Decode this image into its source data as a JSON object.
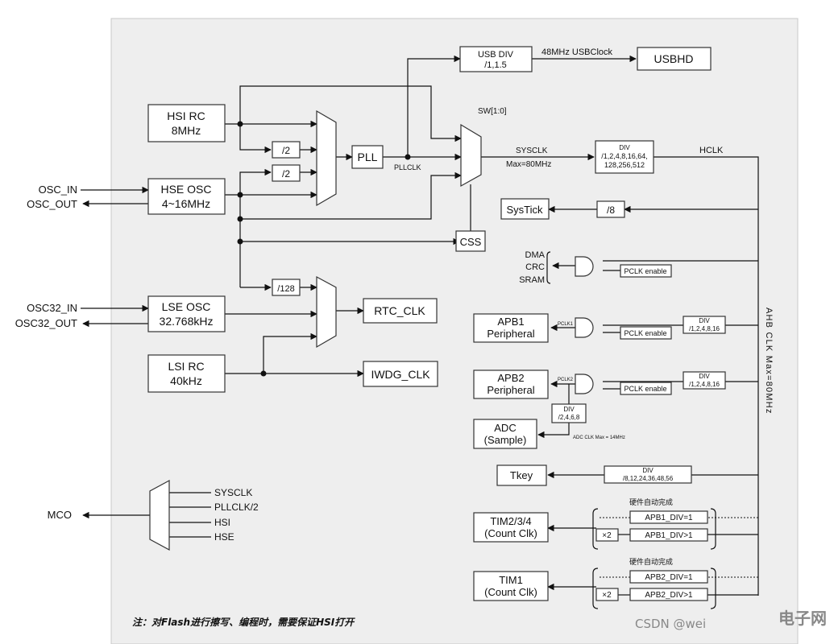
{
  "blocks": {
    "hsi": {
      "line1": "HSI RC",
      "line2": "8MHz"
    },
    "hse": {
      "line1": "HSE OSC",
      "line2": "4~16MHz"
    },
    "lse": {
      "line1": "LSE OSC",
      "line2": "32.768kHz"
    },
    "lsi": {
      "line1": "LSI RC",
      "line2": "40kHz"
    },
    "pll": "PLL",
    "usb_div": {
      "line1": "USB DIV",
      "line2": "/1,1.5"
    },
    "usbhd": "USBHD",
    "sw": "SW[1:0]",
    "css": "CSS",
    "ahb_div": {
      "line1": "DIV",
      "line2": "/1,2,4,8,16,64,",
      "line3": "128,256,512"
    },
    "systick": "SysTick",
    "systick_div": "/8",
    "div2_hsi": "/2",
    "div2_hse": "/2",
    "div128": "/128",
    "rtc": "RTC_CLK",
    "iwdg": "IWDG_CLK",
    "apb1": {
      "line1": "APB1",
      "line2": "Peripheral"
    },
    "apb2": {
      "line1": "APB2",
      "line2": "Peripheral"
    },
    "adc": {
      "line1": "ADC",
      "line2": "(Sample)"
    },
    "tkey": "Tkey",
    "tim234": {
      "line1": "TIM2/3/4",
      "line2": "(Count Clk)"
    },
    "tim1": {
      "line1": "TIM1",
      "line2": "(Count Clk)"
    },
    "pclk_enable": "PCLK enable",
    "apb1_div": {
      "line1": "DIV",
      "line2": "/1,2,4,8,16"
    },
    "apb2_div": {
      "line1": "DIV",
      "line2": "/1,2,4,8,16"
    },
    "adc_div": {
      "line1": "DIV",
      "line2": "/2,4,6,8"
    },
    "tkey_div": {
      "line1": "DIV",
      "line2": "/8,12,24,36,48,56"
    },
    "apb1_div_eq1": "APB1_DIV=1",
    "apb1_div_gt1": "APB1_DIV>1",
    "apb2_div_eq1": "APB2_DIV=1",
    "apb2_div_gt1": "APB2_DIV>1",
    "x2": "×2",
    "hw_auto": "硬件自动完成"
  },
  "labels": {
    "osc_in": "OSC_IN",
    "osc_out": "OSC_OUT",
    "osc32_in": "OSC32_IN",
    "osc32_out": "OSC32_OUT",
    "pllclk": "PLLCLK",
    "sysclk": "SYSCLK",
    "sysclk_max": "Max=80MHz",
    "usbclock": "48MHz  USBClock",
    "hclk": "HCLK",
    "ahb_clk": "AHB CLK  Max=80MHz",
    "dma": "DMA",
    "crc": "CRC",
    "sram": "SRAM",
    "pclk1": "PCLK1",
    "pclk2": "PCLK2",
    "adc_clk": "ADC CLK Max = 14MHz",
    "mco": "MCO",
    "mco_in": [
      "SYSCLK",
      "PLLCLK/2",
      "HSI",
      "HSE"
    ],
    "note": "注：对Flash进行擦写、编程时，需要保证HSI打开",
    "watermark": "CSDN @wei",
    "watermark2": "电子网"
  },
  "colors": {
    "panel": "#eeeeee",
    "box": "#ffffff",
    "line": "#111111"
  }
}
